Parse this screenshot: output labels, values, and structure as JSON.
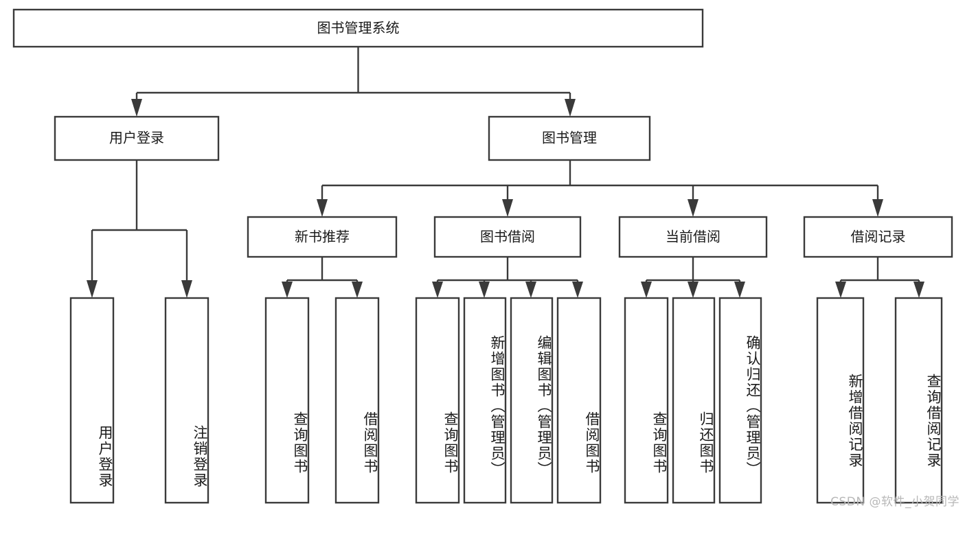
{
  "diagram": {
    "type": "tree",
    "title": "图书管理系统",
    "orientation": "top-down",
    "colors": {
      "background": "#ffffff",
      "box_stroke": "#3a3a3a",
      "box_fill": "#ffffff",
      "text": "#1a1a1a",
      "watermark": "#b8b8b8"
    },
    "root": {
      "label": "图书管理系统"
    },
    "level2": [
      {
        "label": "用户登录"
      },
      {
        "label": "图书管理"
      }
    ],
    "level3": [
      {
        "label": "新书推荐"
      },
      {
        "label": "图书借阅"
      },
      {
        "label": "当前借阅"
      },
      {
        "label": "借阅记录"
      }
    ],
    "leaves": {
      "user_login": [
        {
          "label": "用户登录"
        },
        {
          "label": "注销登录"
        }
      ],
      "new_book_recommend": [
        {
          "label": "查询图书"
        },
        {
          "label": "借阅图书"
        }
      ],
      "book_borrow": [
        {
          "label": "查询图书"
        },
        {
          "label": "新增图书（管理员）"
        },
        {
          "label": "编辑图书（管理员）"
        },
        {
          "label": "借阅图书"
        }
      ],
      "current_borrow": [
        {
          "label": "查询图书"
        },
        {
          "label": "归还图书"
        },
        {
          "label": "确认归还（管理员）"
        }
      ],
      "borrow_record": [
        {
          "label": "新增借阅记录"
        },
        {
          "label": "查询借阅记录"
        }
      ]
    }
  },
  "watermark": {
    "text": "CSDN @软件_小贺同学"
  }
}
